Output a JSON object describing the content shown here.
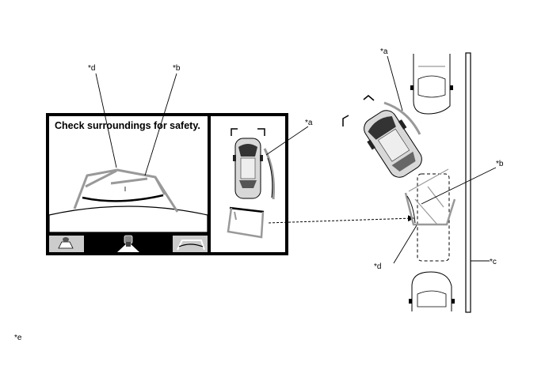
{
  "screen": {
    "message": "Check surroundings for safety.",
    "bottom_icons": [
      "sonar-view-icon",
      "rear-camera-view-icon",
      "guide-lines-icon"
    ]
  },
  "callouts": {
    "a_screen": "*a",
    "a_scene": "*a",
    "b_screen": "*b",
    "b_scene": "*b",
    "c_scene": "*c",
    "d_screen": "*d",
    "d_scene": "*d",
    "e": "*e"
  },
  "colors": {
    "line": "#000000",
    "guide": "#999999",
    "car_body": "#d8d8d8",
    "car_glass": "#333333"
  }
}
